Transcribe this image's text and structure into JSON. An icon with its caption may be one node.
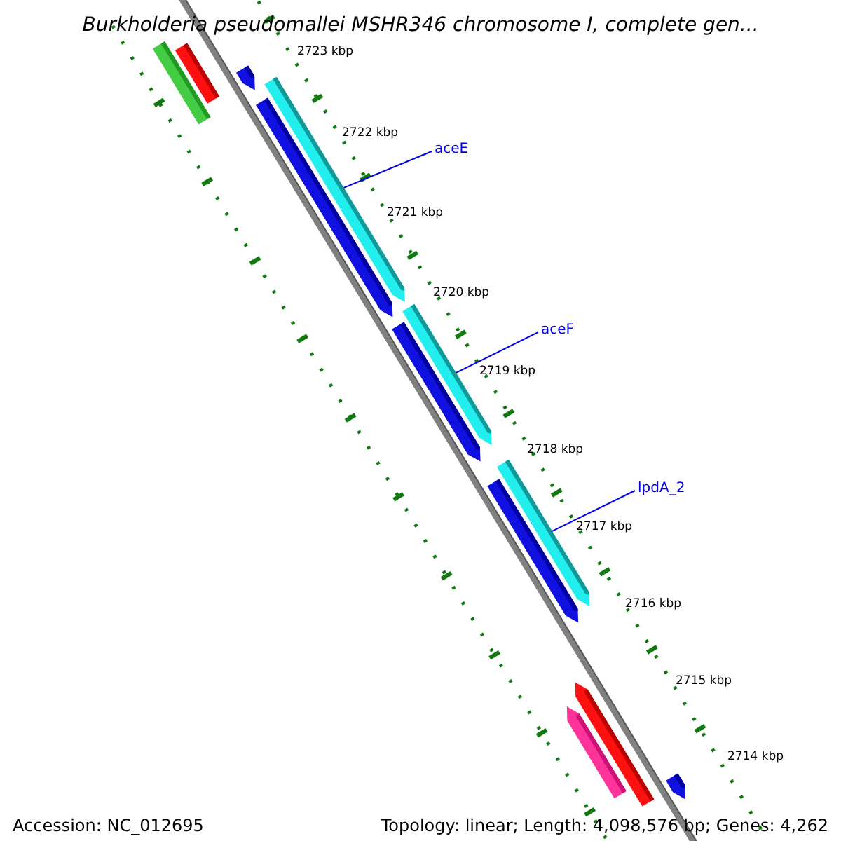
{
  "diagram": {
    "title": "Burkholderia pseudomallei MSHR346 chromosome I, complete gen...",
    "nodes": [
      {
        "text": [
          "aceE"
        ]
      },
      {
        "text": [
          "aceF"
        ]
      },
      {
        "text": [
          "lpdA_2"
        ]
      },
      {
        "text": [],
        "shape": "bar"
      },
      {
        "text": [],
        "shape": "bar"
      },
      {
        "text": [],
        "shape": "bar"
      },
      {
        "text": [],
        "shape": "bar"
      },
      {
        "text": [],
        "shape": "bar"
      },
      {
        "text": [],
        "shape": "bar"
      },
      {
        "text": [],
        "shape": "bar"
      },
      {
        "text": [],
        "shape": "bar"
      },
      {
        "text": [],
        "shape": "bar"
      },
      {
        "text": [],
        "shape": "bar"
      },
      {
        "text": [],
        "shape": "bar"
      },
      {
        "text": [],
        "shape": "bar"
      }
    ],
    "edges": [
      {
        "from": 0,
        "to": 6,
        "arrow": "none"
      },
      {
        "from": 1,
        "to": 8,
        "arrow": "none"
      },
      {
        "from": 2,
        "to": 10,
        "arrow": "none"
      }
    ],
    "labels": [
      "2723 kbp",
      "2722 kbp",
      "2721 kbp",
      "2720 kbp",
      "2719 kbp",
      "2718 kbp",
      "2717 kbp",
      "2716 kbp",
      "2715 kbp",
      "2714 kbp",
      "Accession: NC_012695",
      "Topology: linear; Length: 4,098,576 bp; Genes: 4,262"
    ]
  }
}
